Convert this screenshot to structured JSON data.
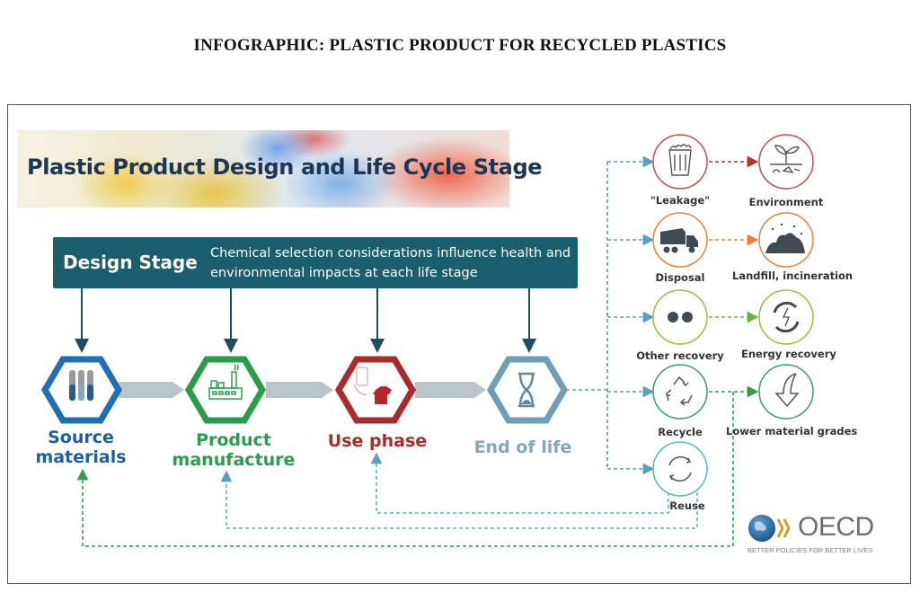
{
  "document": {
    "title": "INFOGRAPHIC: PLASTIC PRODUCT FOR RECYCLED PLASTICS"
  },
  "infographic": {
    "banner_title": "Plastic Product Design and Life Cycle Stage",
    "design_stage": {
      "title": "Design Stage",
      "description": "Chemical selection considerations influence health and environmental impacts at each life stage"
    },
    "stages": [
      {
        "label": "Source materials",
        "color": "#1f6fb5",
        "icon": "test-tubes-icon"
      },
      {
        "label": "Product manufacture",
        "color": "#2a9d4b",
        "icon": "factory-icon"
      },
      {
        "label": "Use phase",
        "color": "#a82c2c",
        "icon": "phone-shirt-icon"
      },
      {
        "label": "End of life",
        "color": "#6f9fb8",
        "icon": "hourglass-icon"
      }
    ],
    "outcomes": [
      {
        "label": "\"Leakage\"",
        "color": "#c0504d",
        "icon": "trash-can-icon"
      },
      {
        "label": "Environment",
        "color": "#c0504d",
        "icon": "plant-icon"
      },
      {
        "label": "Disposal",
        "color": "#e8823a",
        "icon": "dump-truck-icon"
      },
      {
        "label": "Landfill, incineration",
        "color": "#e8823a",
        "icon": "landfill-icon"
      },
      {
        "label": "Other recovery",
        "color": "#8cc63f",
        "icon": "dots-icon"
      },
      {
        "label": "Energy recovery",
        "color": "#8cc63f",
        "icon": "energy-cycle-icon"
      },
      {
        "label": "Recycle",
        "color": "#3a9e6e",
        "icon": "recycle-icon"
      },
      {
        "label": "Lower material grades",
        "color": "#3a9e6e",
        "icon": "down-arrow-icon"
      },
      {
        "label": "Reuse",
        "color": "#5ab4c5",
        "icon": "reuse-cycle-icon"
      }
    ],
    "logo": {
      "name": "OECD",
      "tagline": "BETTER POLICIES FOR BETTER LIVES"
    },
    "colors": {
      "design_box": "#1b5e6e",
      "connector_arrow": "#b9c4cc",
      "feedback_blue": "#5a9fc0",
      "feedback_green": "#2e9e4f"
    }
  }
}
